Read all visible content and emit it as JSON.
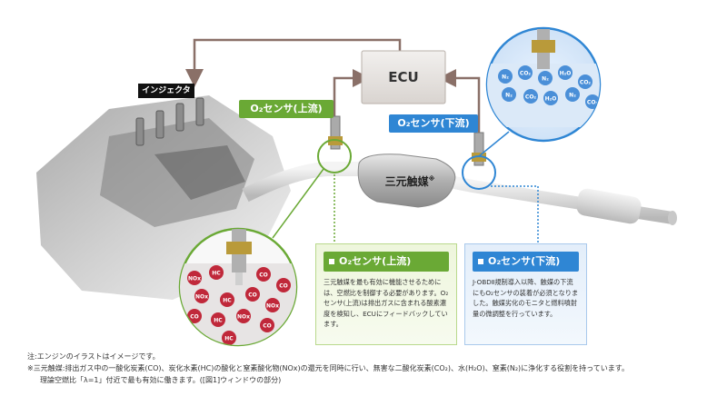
{
  "labels": {
    "injector": "インジェクタ",
    "sensor_up": "O₂センサ(上流)",
    "sensor_down": "O₂センサ(下流)",
    "ecu": "ECU",
    "catalyst": "三元触媒",
    "catalyst_mark": "※"
  },
  "molecules_up": [
    "NOx",
    "HC",
    "CO",
    "CO",
    "NOx",
    "HC",
    "CO",
    "NOx",
    "CO",
    "HC",
    "NOx",
    "CO",
    "HC"
  ],
  "molecules_down": [
    "N₂",
    "CO₂",
    "N₂",
    "H₂O",
    "CO₂",
    "N₂",
    "CO₂",
    "H₂O",
    "N₂",
    "CO₂"
  ],
  "panel_up": {
    "title": "O₂センサ(上流)",
    "body": "三元触媒を最も有効に機能させるためには、空燃比を制御する必要があります。O₂センサ(上流)は排出ガスに含まれる酸素濃度を検知し、ECUにフィードバックしています。"
  },
  "panel_down": {
    "title": "O₂センサ(下流)",
    "body": "J-OBDⅡ規制導入以降、触媒の下流にもO₂センサの装着が必須となりました。触媒劣化のモニタと燃料噴射量の微調整を行っています。"
  },
  "notes": [
    "注:エンジンのイラストはイメージです。",
    "※三元触媒:排出ガス中の一酸化炭素(CO)、炭化水素(HC)の酸化と窒素酸化物(NOx)の還元を同時に行い、無害な二酸化炭素(CO₂)、水(H₂O)、窒素(N₂)に浄化する役割を持っています。",
    "理論空燃比「λ=1」付近で最も有効に働きます。([図1]ウィンドウの部分)"
  ],
  "colors": {
    "green": "#6aa935",
    "blue": "#2f86d4",
    "arrow": "#8a7068",
    "molecule_red": "#c0283a",
    "molecule_blue": "#4a8fd8"
  }
}
